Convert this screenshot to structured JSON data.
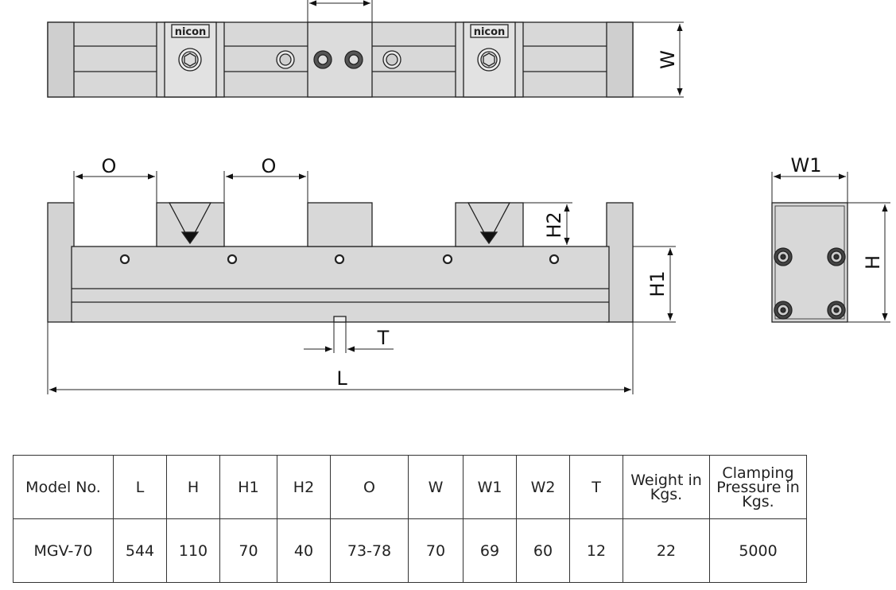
{
  "brand": "nicon",
  "dimension_labels": {
    "W": "W",
    "O": "O",
    "H2": "H2",
    "H1": "H1",
    "T": "T",
    "L": "L",
    "W1": "W1",
    "H": "H"
  },
  "table": {
    "headers": [
      "Model No.",
      "L",
      "H",
      "H1",
      "H2",
      "O",
      "W",
      "W1",
      "W2",
      "T",
      "Weight in Kgs.",
      "Clamping Pressure in Kgs."
    ],
    "rows": [
      [
        "MGV-70",
        "544",
        "110",
        "70",
        "40",
        "73-78",
        "70",
        "69",
        "60",
        "12",
        "22",
        "5000"
      ]
    ]
  },
  "colors": {
    "body": "#d8d8d8",
    "body_dark": "#c4c4c4",
    "line": "#222222",
    "jaw_dark": "#111111"
  }
}
